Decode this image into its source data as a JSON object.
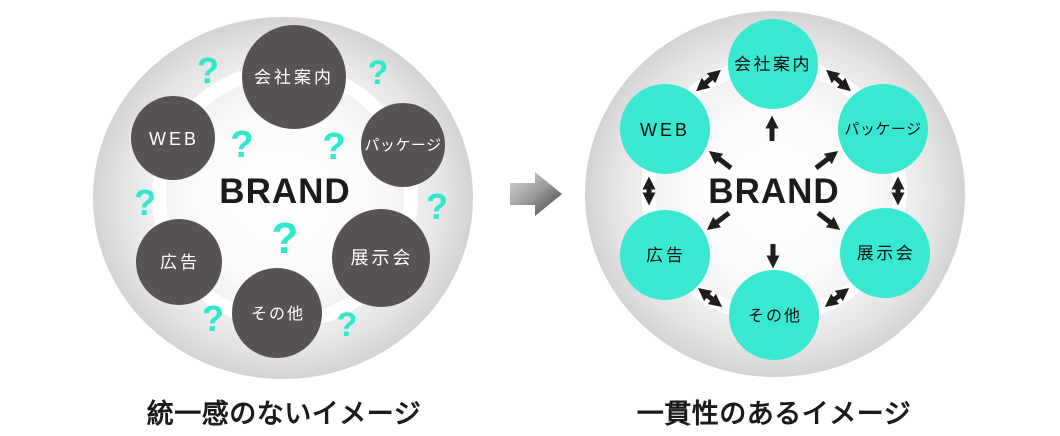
{
  "colors": {
    "accent_cyan": "#38e8d1",
    "question_cyan": "#2fe9cd",
    "dark_circle": "#565256",
    "arrow_black": "#211d1b",
    "text_dark": "#1b1b1b",
    "disc_edge_gray": "#d3d3d3",
    "ring_white": "#ffffff"
  },
  "icons": {
    "question_mark": "?",
    "transition_arrow": "right-block-arrow",
    "mutual_arrow": "double-headed-arrow",
    "radial_arrow": "outward-arrow"
  },
  "left_diagram": {
    "center_label": "BRAND",
    "caption": "統一感のないイメージ",
    "nodes": [
      {
        "label": "会社案内"
      },
      {
        "label": "WEB"
      },
      {
        "label": "パッケージ"
      },
      {
        "label": "広告"
      },
      {
        "label": "展示会"
      },
      {
        "label": "その他"
      }
    ]
  },
  "right_diagram": {
    "center_label": "BRAND",
    "caption": "一貫性のあるイメージ",
    "nodes": [
      {
        "label": "会社案内"
      },
      {
        "label": "WEB"
      },
      {
        "label": "パッケージ"
      },
      {
        "label": "広告"
      },
      {
        "label": "展示会"
      },
      {
        "label": "その他"
      }
    ]
  }
}
